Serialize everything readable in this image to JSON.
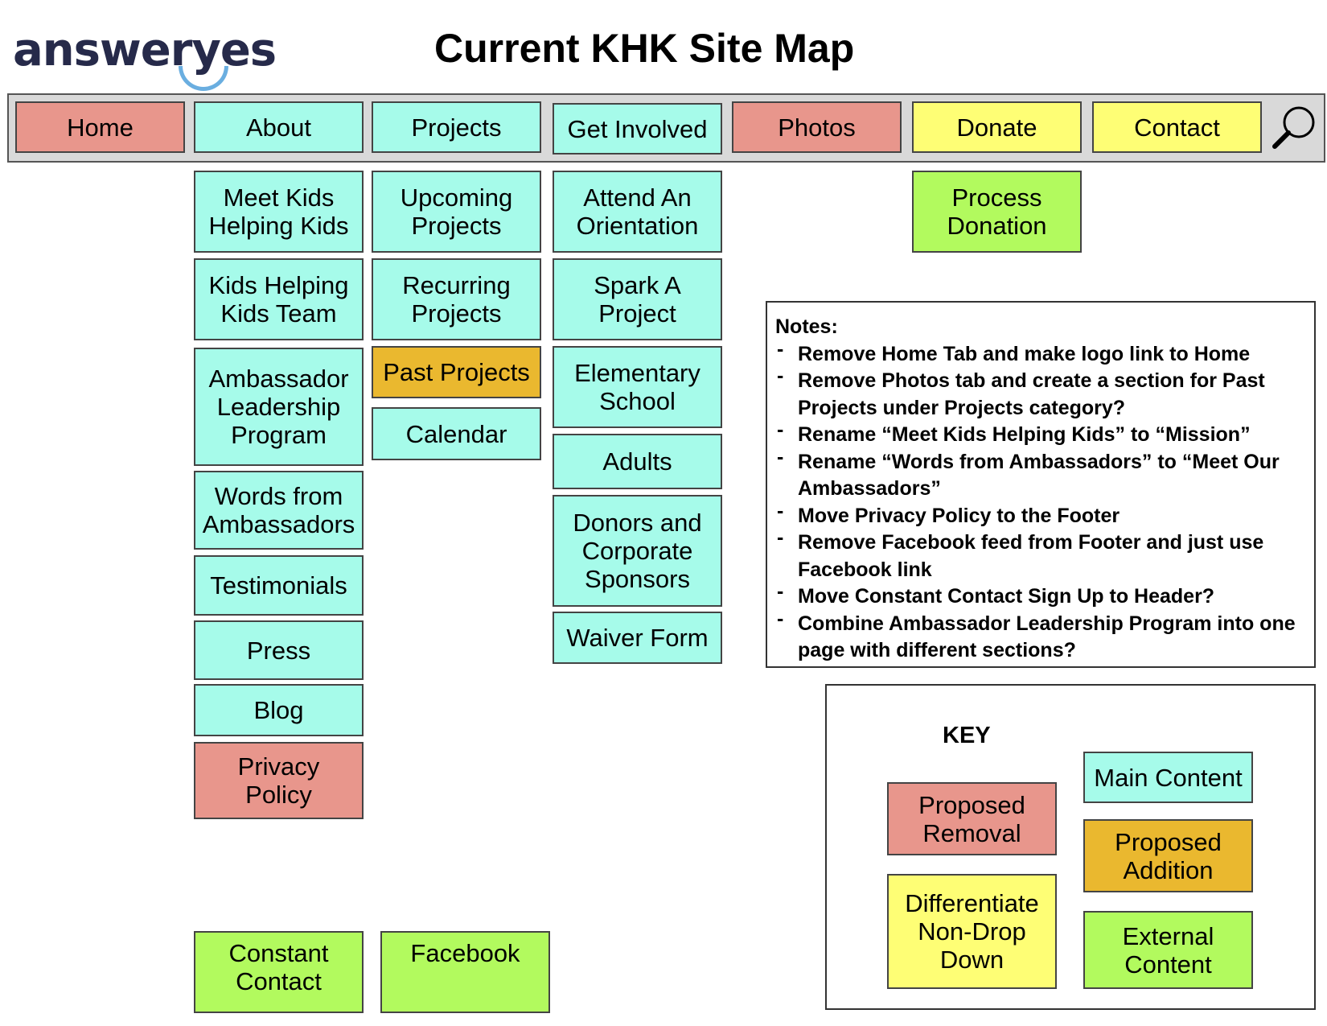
{
  "logo": {
    "text": "answeryes"
  },
  "title": "Current KHK Site Map",
  "colors": {
    "main_content": "#a6fbea",
    "proposed_removal": "#e8968c",
    "differentiate_non_drop_down": "#fefe75",
    "proposed_addition": "#eab82f",
    "external_content": "#b2fa5e",
    "navbar_bg": "#d9d9d9"
  },
  "nav": [
    {
      "label": "Home",
      "status": "proposed_removal"
    },
    {
      "label": "About",
      "status": "main_content"
    },
    {
      "label": "Projects",
      "status": "main_content"
    },
    {
      "label": "Get Involved",
      "status": "main_content"
    },
    {
      "label": "Photos",
      "status": "proposed_removal"
    },
    {
      "label": "Donate",
      "status": "differentiate_non_drop_down"
    },
    {
      "label": "Contact",
      "status": "differentiate_non_drop_down"
    }
  ],
  "search_icon": "magnifying-glass-icon",
  "about_items": [
    {
      "label": "Meet Kids\nHelping Kids",
      "status": "main_content"
    },
    {
      "label": "Kids Helping\nKids Team",
      "status": "main_content"
    },
    {
      "label": "Ambassador\nLeadership\nProgram",
      "status": "main_content"
    },
    {
      "label": "Words from\nAmbassadors",
      "status": "main_content"
    },
    {
      "label": "Testimonials",
      "status": "main_content"
    },
    {
      "label": "Press",
      "status": "main_content"
    },
    {
      "label": "Blog",
      "status": "main_content"
    },
    {
      "label": "Privacy\nPolicy",
      "status": "proposed_removal"
    }
  ],
  "projects_items": [
    {
      "label": "Upcoming\nProjects",
      "status": "main_content"
    },
    {
      "label": "Recurring\nProjects",
      "status": "main_content"
    },
    {
      "label": "Past Projects",
      "status": "proposed_addition"
    },
    {
      "label": "Calendar",
      "status": "main_content"
    }
  ],
  "get_involved_items": [
    {
      "label": "Attend An\nOrientation",
      "status": "main_content"
    },
    {
      "label": "Spark A\nProject",
      "status": "main_content"
    },
    {
      "label": "Elementary\nSchool",
      "status": "main_content"
    },
    {
      "label": "Adults",
      "status": "main_content"
    },
    {
      "label": "Donors and\nCorporate\nSponsors",
      "status": "main_content"
    },
    {
      "label": "Waiver Form",
      "status": "main_content"
    }
  ],
  "donate_items": [
    {
      "label": "Process\nDonation",
      "status": "external_content"
    }
  ],
  "external_items": [
    {
      "label": "Constant\nContact",
      "status": "external_content"
    },
    {
      "label": "Facebook",
      "status": "external_content"
    }
  ],
  "notes": {
    "heading": "Notes:",
    "items": [
      "Remove Home Tab and make logo link to Home",
      "Remove Photos tab and create a section for Past Projects under Projects category?",
      "Rename “Meet Kids Helping Kids” to “Mission”",
      "Rename “Words from Ambassadors” to “Meet Our Ambassadors”",
      "Move Privacy Policy to the Footer",
      "Remove Facebook feed from Footer and just use Facebook link",
      "Move Constant Contact Sign Up to Header?",
      "Combine Ambassador Leadership Program into one page with different sections?"
    ]
  },
  "key": {
    "title": "KEY",
    "items": [
      {
        "label": "Main Content",
        "status": "main_content"
      },
      {
        "label": "Proposed\nRemoval",
        "status": "proposed_removal"
      },
      {
        "label": "Proposed\nAddition",
        "status": "proposed_addition"
      },
      {
        "label": "Differentiate\nNon-Drop\nDown",
        "status": "differentiate_non_drop_down"
      },
      {
        "label": "External\nContent",
        "status": "external_content"
      }
    ]
  }
}
